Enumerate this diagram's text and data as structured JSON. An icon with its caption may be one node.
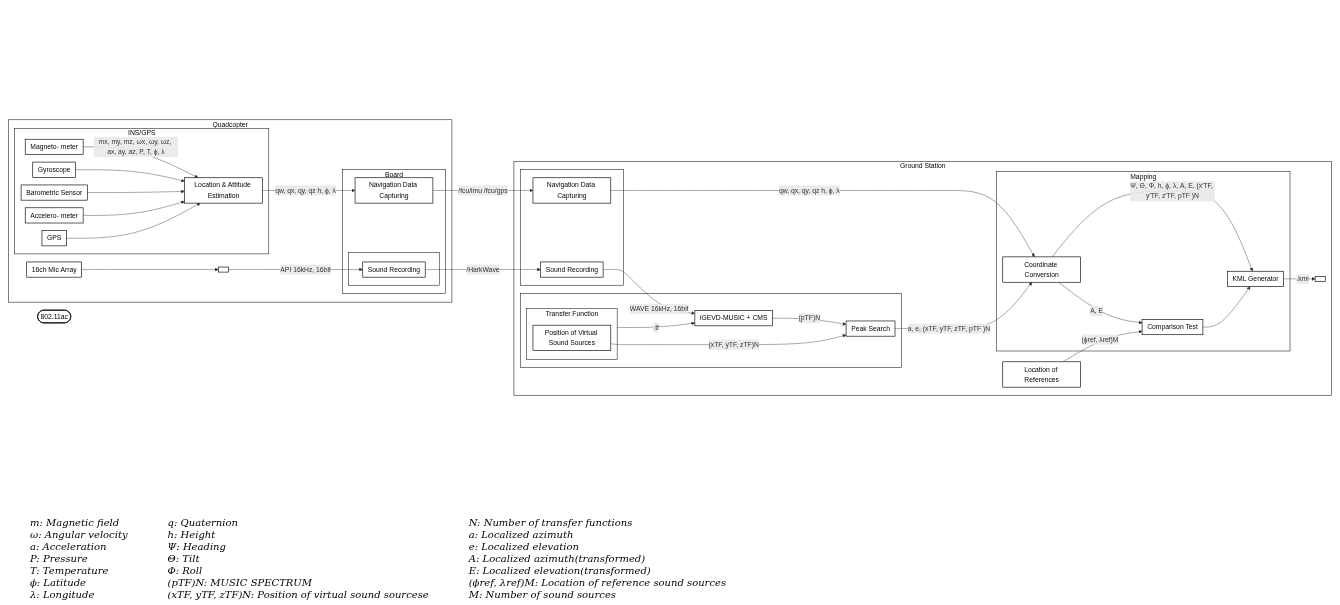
{
  "diagram": {
    "nodes": [
      {
        "text": [
          "Quadcopter"
        ]
      },
      {
        "text": [
          "16ch Mic Array"
        ],
        "in": 0
      },
      {
        "text": [],
        "shape": "box",
        "in": 0
      },
      {
        "text": [
          "INS/GPS"
        ],
        "in": 0
      },
      {
        "text": [
          "Location & Attitude Estimation"
        ],
        "in": 3
      },
      {
        "text": [
          "Magneto- meter"
        ],
        "in": 3
      },
      {
        "text": [
          "Gyroscope"
        ],
        "in": 3
      },
      {
        "text": [
          "Barometric Sensor"
        ],
        "in": 3
      },
      {
        "text": [
          "Accelero- meter"
        ],
        "in": 3
      },
      {
        "text": [
          "GPS"
        ],
        "in": 3
      },
      {
        "text": [
          "Board"
        ],
        "in": 0
      },
      {
        "text": [],
        "shape": "box",
        "in": 10
      },
      {
        "text": [
          "Sound Recording"
        ],
        "in": 11
      },
      {
        "text": [
          "Navigation Data Capturing"
        ],
        "in": 10
      },
      {
        "text": [
          "802.11ac"
        ]
      },
      {
        "text": [
          "Ground Station"
        ]
      },
      {
        "text": [],
        "shape": "box",
        "in": 15
      },
      {
        "text": [
          "Sound Recording"
        ],
        "in": 16
      },
      {
        "text": [
          "Navigation Data Capturing"
        ],
        "in": 16
      },
      {
        "text": [],
        "shape": "box",
        "in": 15
      },
      {
        "text": [
          "iGEVD-MUSIC + CMS"
        ],
        "in": 19
      },
      {
        "text": [
          "Transfer Function"
        ],
        "in": 19
      },
      {
        "text": [
          "Position of Virtual Sound Sources"
        ],
        "in": 21
      },
      {
        "text": [
          "Peak Search"
        ],
        "in": 19
      },
      {
        "text": [
          "Mapping"
        ],
        "in": 15
      },
      {
        "text": [
          "Coordinate Conversion"
        ],
        "in": 24
      },
      {
        "text": [
          "Comparison Test"
        ],
        "in": 24
      },
      {
        "text": [
          "KML Generator"
        ],
        "in": 24
      },
      {
        "text": [
          "Location of References"
        ],
        "in": 15
      },
      {
        "text": [],
        "shape": "box",
        "in": 15
      }
    ],
    "edges": [
      {
        "from": 1,
        "to": 2,
        "arrow": "to"
      },
      {
        "from": 2,
        "to": 12,
        "arrow": "to",
        "label": "API 16kHz, 16bit"
      },
      {
        "from": 5,
        "to": 4,
        "arrow": "to",
        "label": "mx, my, mz, ωx, ωy, ωz, ax, ay, az, P, T, ϕ, λ"
      },
      {
        "from": 6,
        "to": 4,
        "arrow": "to"
      },
      {
        "from": 7,
        "to": 4,
        "arrow": "to"
      },
      {
        "from": 8,
        "to": 4,
        "arrow": "to"
      },
      {
        "from": 9,
        "to": 4,
        "arrow": "to"
      },
      {
        "from": 4,
        "to": 13,
        "arrow": "to",
        "label": "qw, qx, qy, qz h, ϕ, λ"
      },
      {
        "from": 12,
        "to": 17,
        "arrow": "to",
        "label": "/HarkWave"
      },
      {
        "from": 13,
        "to": 18,
        "arrow": "to",
        "label": "/fcu/imu /fcu/gps"
      },
      {
        "from": 17,
        "to": 20,
        "arrow": "to",
        "label": "WAVE 16kHz, 16bit"
      },
      {
        "from": 21,
        "to": 20,
        "arrow": "to",
        "label": ".tf"
      },
      {
        "from": 20,
        "to": 23,
        "arrow": "to",
        "label": "(pTF)N"
      },
      {
        "from": 22,
        "to": 23,
        "arrow": "to",
        "label": "(xTF, yTF, zTF)N"
      },
      {
        "from": 18,
        "to": 25,
        "arrow": "to",
        "label": "qw, qx, qy, qz h, ϕ, λ"
      },
      {
        "from": 23,
        "to": 25,
        "arrow": "to",
        "label": "a, e, (xTF, yTF, zTF, pTF )N"
      },
      {
        "from": 25,
        "to": 26,
        "arrow": "to",
        "label": "A, E"
      },
      {
        "from": 25,
        "to": 27,
        "arrow": "to",
        "label": "Ψ, Θ, Φ, h, ϕ, λ, A, E, (x′TF, y′TF, z′TF, pTF )N"
      },
      {
        "from": 26,
        "to": 27,
        "arrow": "to"
      },
      {
        "from": 27,
        "to": 29,
        "arrow": "to",
        "label": ".kml"
      },
      {
        "from": 28,
        "to": 26,
        "arrow": "to",
        "label": "(ϕref, λref)M"
      }
    ],
    "labels": [
      "m: Magnetic field",
      "ω: Angular velocity",
      "a: Acceleration",
      "P: Pressure",
      "T: Temperature",
      "ϕ: Latitude",
      "λ: Longitude",
      "q: Quaternion",
      "h: Height",
      "Ψ: Heading",
      "Θ: Tilt",
      "Φ: Roll",
      "(pTF)N: MUSIC SPECTRUM",
      "(xTF, yTF, zTF)N: Position of virtual sound sourcese",
      "N: Number of transfer functions",
      "a: Localized azimuth",
      "e: Localized elevation",
      "A: Localized azimuth(transformed)",
      "E: Localized elevation(transformed)",
      "(ϕref, λref)M: Location of reference sound sources",
      "M: Number of sound sources"
    ]
  }
}
